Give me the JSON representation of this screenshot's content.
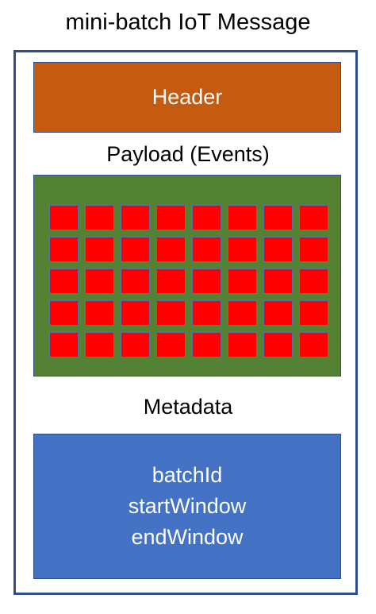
{
  "title": "mini-batch IoT Message",
  "header": {
    "label": "Header"
  },
  "payload": {
    "label": "Payload (Events)",
    "rows": 5,
    "columns": 8
  },
  "metadata": {
    "label": "Metadata",
    "fields": [
      "batchId",
      "startWindow",
      "endWindow"
    ]
  },
  "colors": {
    "frame": "#2f4f8a",
    "header": "#c55a11",
    "payload": "#548235",
    "event": "#ff0000",
    "metadata": "#4472c4"
  }
}
